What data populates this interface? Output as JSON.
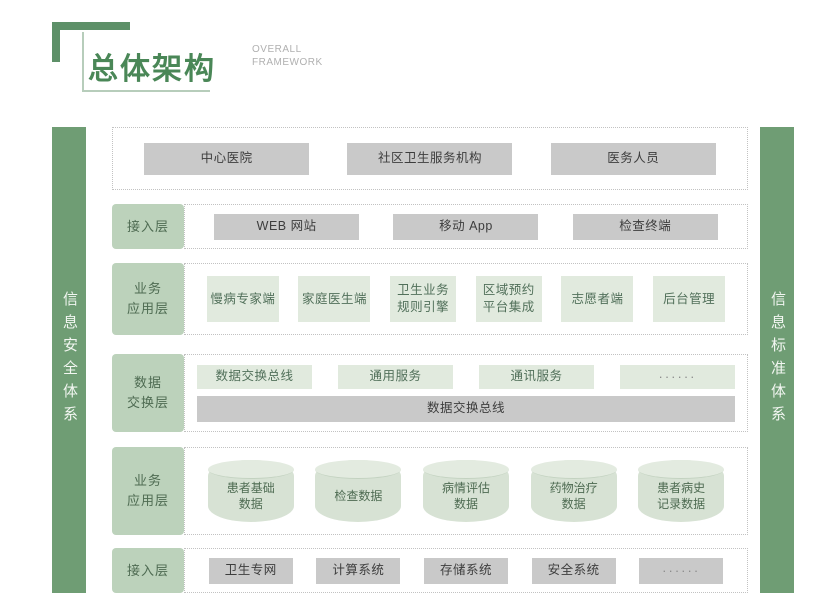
{
  "title": {
    "cn": "总体架构",
    "en_line1": "OVERALL",
    "en_line2": "FRAMEWORK"
  },
  "sidebars": {
    "left": "信息安全体系",
    "right": "信息标准体系"
  },
  "rows": [
    {
      "label": "",
      "items": [
        "中心医院",
        "社区卫生服务机构",
        "医务人员"
      ]
    },
    {
      "label_line1": "接入层",
      "label_line2": "",
      "items": [
        "WEB 网站",
        "移动 App",
        "检查终端"
      ]
    },
    {
      "label_line1": "业务",
      "label_line2": "应用层",
      "items": [
        "慢病专家端",
        "家庭医生端",
        "卫生业务\n规则引擎",
        "区域预约\n平台集成",
        "志愿者端",
        "后台管理"
      ]
    },
    {
      "label_line1": "数据",
      "label_line2": "交换层",
      "items": [
        "数据交换总线",
        "通用服务",
        "通讯服务",
        "······"
      ],
      "bus": "数据交换总线"
    },
    {
      "label_line1": "业务",
      "label_line2": "应用层",
      "items": [
        "患者基础\n数据",
        "检查数据",
        "病情评估\n数据",
        "药物治疗\n数据",
        "患者病史\n记录数据"
      ]
    },
    {
      "label_line1": "接入层",
      "label_line2": "",
      "items": [
        "卫生专网",
        "计算系统",
        "存储系统",
        "安全系统",
        "······"
      ]
    }
  ],
  "colors": {
    "brand_green": "#5d9068",
    "sidebar_green": "#6f9d74",
    "label_green": "#bcd2bb",
    "chip_green": "#e1eade",
    "chip_gray": "#c9c9c9",
    "cylinder_green": "#d7e2d4"
  }
}
